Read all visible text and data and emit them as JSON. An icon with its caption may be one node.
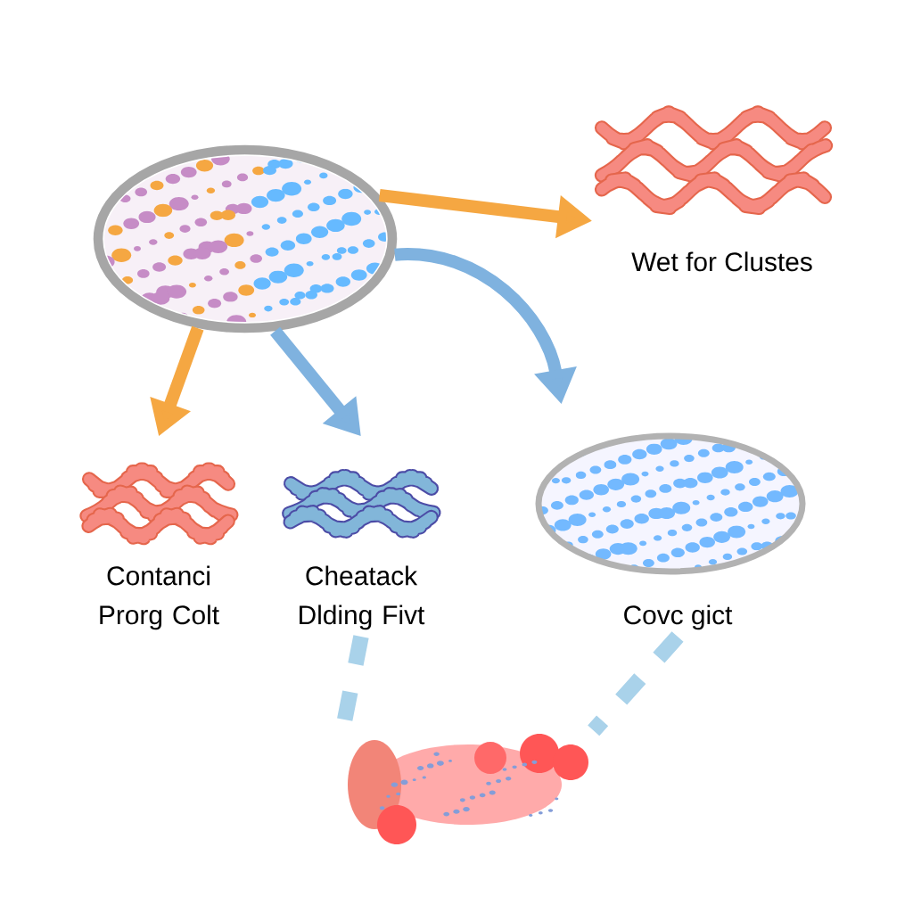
{
  "diagram": {
    "nodes": [
      {
        "text": [],
        "shape": "picture"
      },
      {
        "text": [
          "Wet for Clustes"
        ]
      },
      {
        "text": [
          "Contanci Prorg Colt"
        ]
      },
      {
        "text": [
          "Cheatack Dlding Fivt"
        ]
      },
      {
        "text": [
          "Covc gict"
        ]
      },
      {
        "text": [],
        "shape": "picture"
      }
    ],
    "edges": [
      {
        "from": 0,
        "to": 1,
        "arrow": "to",
        "color": "#f5a742"
      },
      {
        "from": 0,
        "to": 2,
        "arrow": "to",
        "color": "#f5a742"
      },
      {
        "from": 0,
        "to": 3,
        "arrow": "to",
        "color": "#7fb2df"
      },
      {
        "from": 0,
        "to": 4,
        "arrow": "to",
        "color": "#7fb2df"
      },
      {
        "from": 3,
        "to": 5,
        "arrow": "none",
        "style": "dashed",
        "color": "#a9d2ea"
      },
      {
        "from": 4,
        "to": 5,
        "arrow": "none",
        "style": "dashed",
        "color": "#a9d2ea"
      }
    ]
  }
}
